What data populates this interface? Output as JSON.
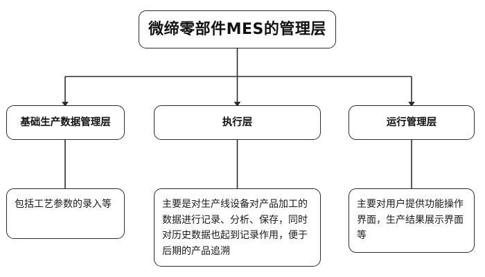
{
  "diagram": {
    "type": "hierarchy-flowchart",
    "background_color": "#ffffff",
    "line_color": "#2b2b2b",
    "text_color": "#111111",
    "root": {
      "label": "微缔零部件MES的管理层"
    },
    "layers": [
      {
        "label": "基础生产数据管理层",
        "detail": "包括工艺参数的录入等"
      },
      {
        "label": "执行层",
        "detail": "主要是对生产线设备对产品加工的数据进行记录、分析、保存，同时对历史数据也起到记录作用，便于后期的产品追溯"
      },
      {
        "label": "运行管理层",
        "detail": "主要对用户提供功能操作界面，生产结果展示界面等"
      }
    ]
  }
}
